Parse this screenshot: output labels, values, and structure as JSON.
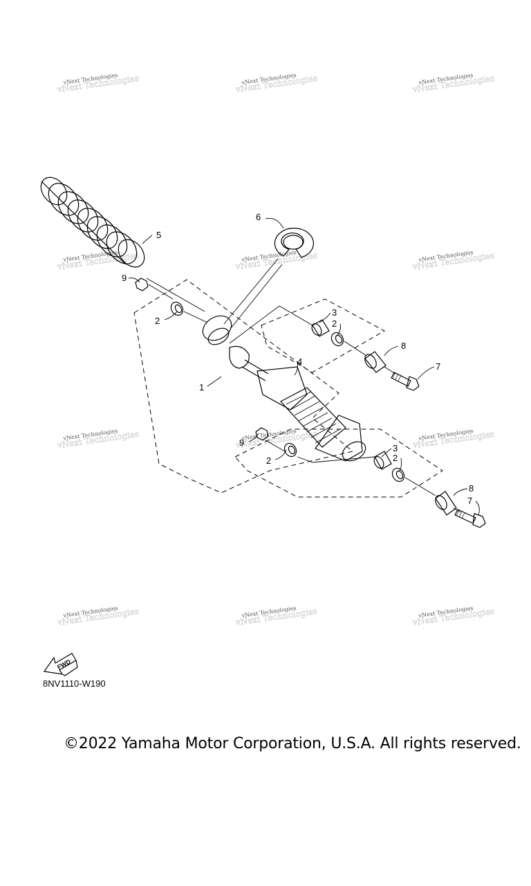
{
  "watermark": {
    "text": "vNext Technologies"
  },
  "callouts": [
    {
      "id": "c1",
      "label": "1"
    },
    {
      "id": "c2a",
      "label": "2"
    },
    {
      "id": "c2b",
      "label": "2"
    },
    {
      "id": "c2c",
      "label": "2"
    },
    {
      "id": "c2d",
      "label": "2"
    },
    {
      "id": "c3a",
      "label": "3"
    },
    {
      "id": "c3b",
      "label": "3"
    },
    {
      "id": "c4",
      "label": "4"
    },
    {
      "id": "c5",
      "label": "5"
    },
    {
      "id": "c6",
      "label": "6"
    },
    {
      "id": "c7a",
      "label": "7"
    },
    {
      "id": "c7b",
      "label": "7"
    },
    {
      "id": "c8a",
      "label": "8"
    },
    {
      "id": "c8b",
      "label": "8"
    },
    {
      "id": "c9a",
      "label": "9"
    },
    {
      "id": "c9b",
      "label": "9"
    }
  ],
  "fwd_icon": {
    "label": "FWD"
  },
  "diagram_code": "8NV1110-W190",
  "copyright": "©2022 Yamaha Motor Corporation, U.S.A. All rights reserved."
}
